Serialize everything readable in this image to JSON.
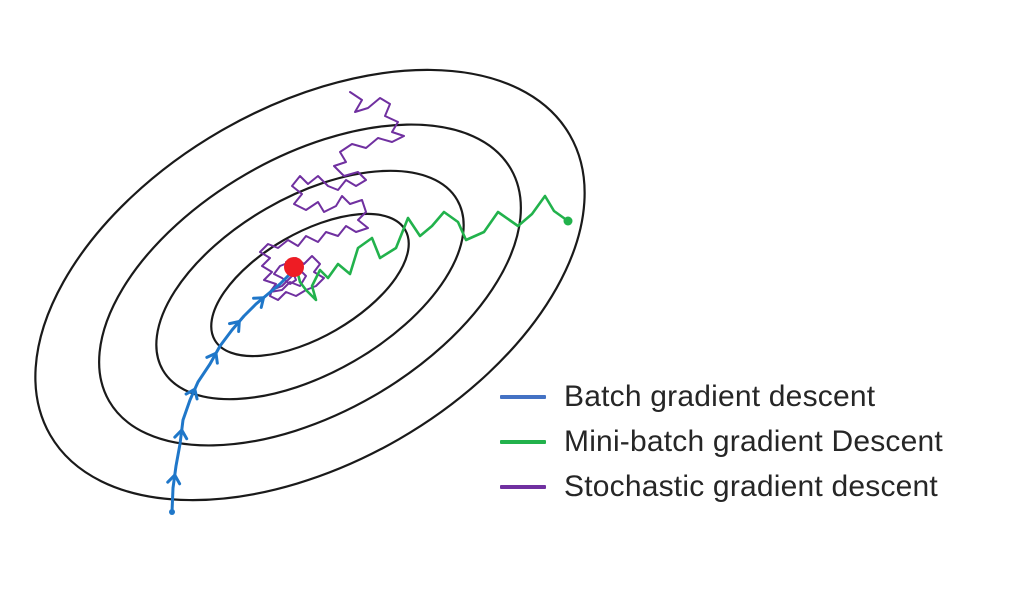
{
  "colors": {
    "contour": "#1a1a1a",
    "minimum": "#ee1c24",
    "batch": "#1f77c9",
    "minibatch": "#22b24c",
    "stochastic": "#7030a0"
  },
  "legend": {
    "items": [
      {
        "key": "batch",
        "label": "Batch gradient descent",
        "color": "#4472c4"
      },
      {
        "key": "minibatch",
        "label": "Mini-batch gradient Descent",
        "color": "#22b24c"
      },
      {
        "key": "stochastic",
        "label": "Stochastic gradient descent",
        "color": "#7030a0"
      }
    ]
  },
  "icons": {
    "minimum": "filled-circle",
    "batch_steps": "arrowhead"
  }
}
